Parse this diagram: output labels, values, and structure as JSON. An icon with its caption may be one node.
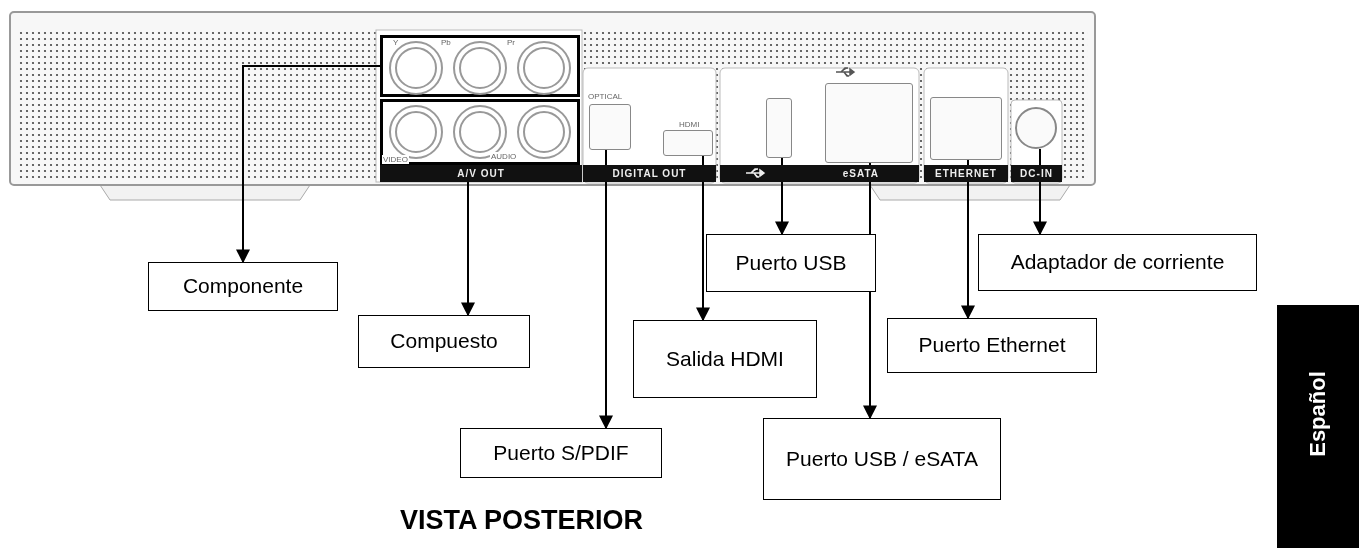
{
  "diagram": {
    "title": "VISTA POSTERIOR",
    "nodes": [
      {
        "text": [],
        "shape": "box"
      },
      {
        "text": [],
        "shape": "box"
      },
      {
        "text": [],
        "shape": "box"
      },
      {
        "text": [],
        "shape": "box"
      },
      {
        "text": [],
        "shape": "box"
      },
      {
        "text": [],
        "shape": "box"
      },
      {
        "text": [],
        "shape": "box"
      },
      {
        "text": [],
        "shape": "circle"
      },
      {
        "text": [
          "Componente"
        ]
      },
      {
        "text": [
          "Compuesto"
        ]
      },
      {
        "text": [
          "Puerto S/PDIF"
        ]
      },
      {
        "text": [
          "Salida HDMI"
        ]
      },
      {
        "text": [
          "Puerto USB"
        ]
      },
      {
        "text": [
          "Puerto USB / eSATA"
        ]
      },
      {
        "text": [
          "Puerto Ethernet"
        ]
      },
      {
        "text": [
          "Adaptador de corriente"
        ]
      }
    ],
    "edges": [
      {
        "from": 0,
        "to": 8,
        "arrow": "to"
      },
      {
        "from": 1,
        "to": 9,
        "arrow": "to"
      },
      {
        "from": 2,
        "to": 10,
        "arrow": "to"
      },
      {
        "from": 3,
        "to": 11,
        "arrow": "to"
      },
      {
        "from": 4,
        "to": 12,
        "arrow": "to"
      },
      {
        "from": 5,
        "to": 13,
        "arrow": "to"
      },
      {
        "from": 6,
        "to": 14,
        "arrow": "to"
      },
      {
        "from": 7,
        "to": 15,
        "arrow": "to"
      }
    ],
    "labels": [
      "Y",
      "Pb",
      "Pr",
      "VIDEO",
      "AUDIO",
      "A/V OUT",
      "OPTICAL",
      "HDMI",
      "DIGITAL OUT",
      "eSATA",
      "ETHERNET",
      "DC-IN",
      "Español"
    ]
  }
}
